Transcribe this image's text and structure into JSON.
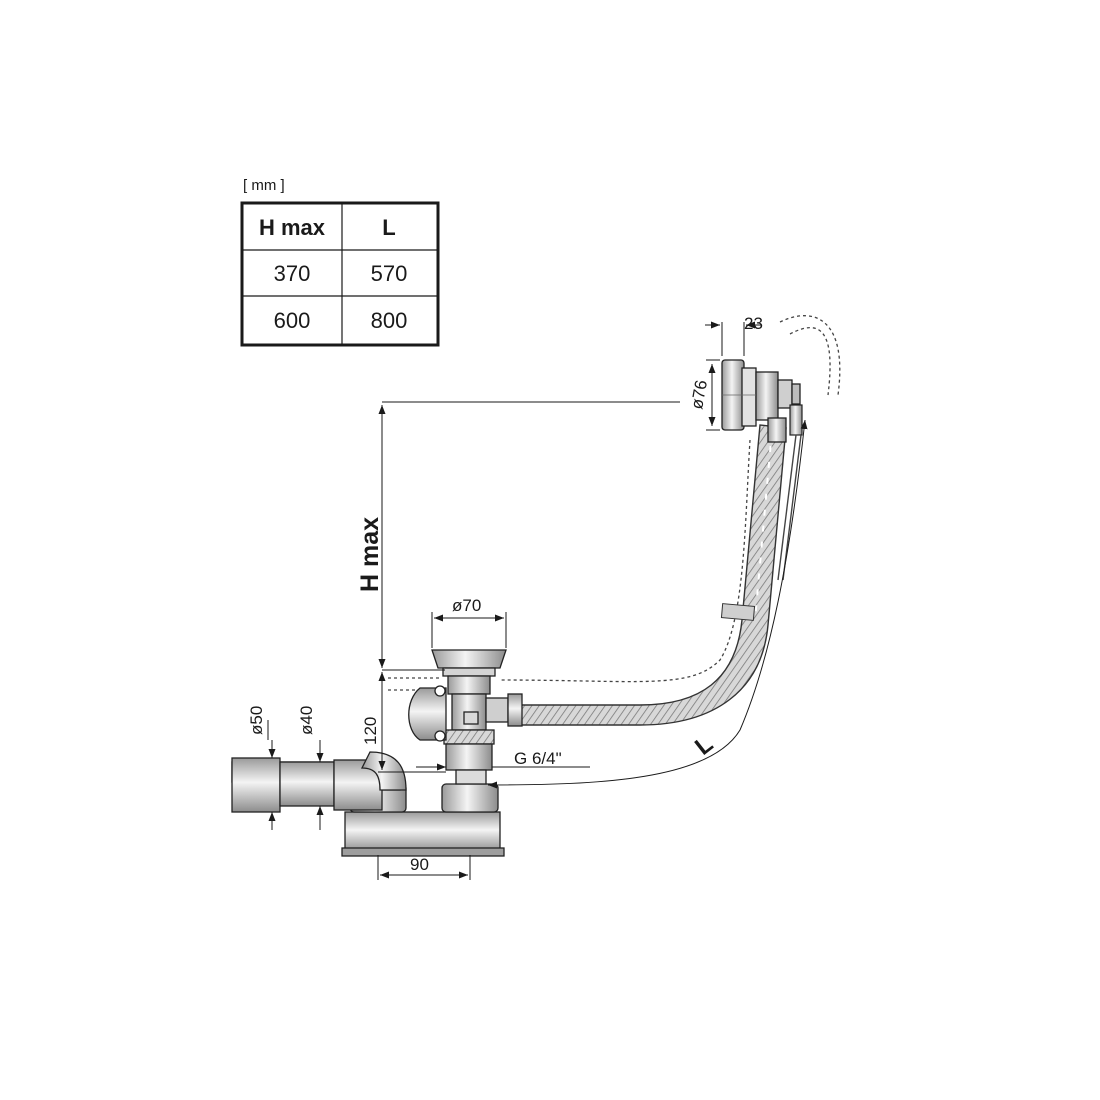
{
  "table": {
    "unit_label": "[ mm ]",
    "headers": [
      "H max",
      "L"
    ],
    "rows": [
      [
        "370",
        "570"
      ],
      [
        "600",
        "800"
      ]
    ]
  },
  "dimensions": {
    "overflow_thickness": "23",
    "overflow_diameter": "ø76",
    "waste_diameter": "ø70",
    "outlet_outer_diameter": "ø50",
    "outlet_inner_diameter": "ø40",
    "trap_height": "120",
    "thread": "G 6/4\"",
    "trap_width": "90",
    "height_label": "H max",
    "length_label": "L"
  }
}
